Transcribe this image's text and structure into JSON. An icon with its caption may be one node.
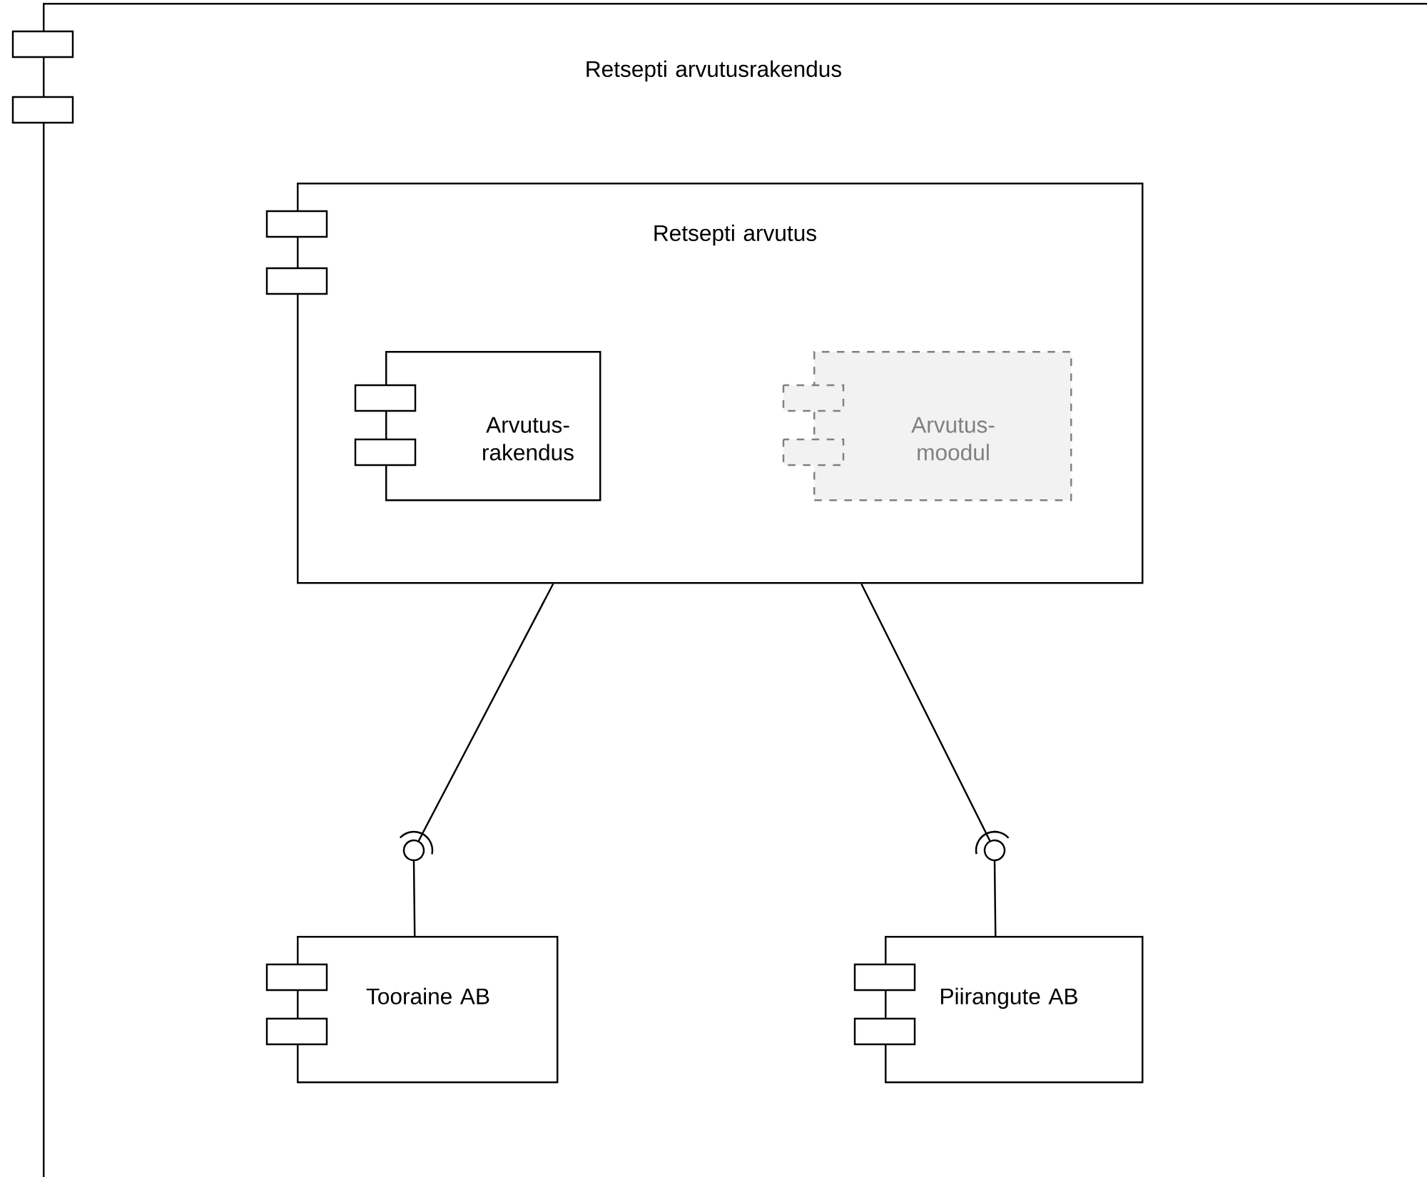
{
  "diagram": {
    "nodes": [
      {
        "text": [
          "Retsepti arvutusrakendus"
        ]
      },
      {
        "text": [
          "Retsepti arvutus"
        ],
        "in": 0
      },
      {
        "text": [
          "Arvutus- rakendus"
        ],
        "in": 1
      },
      {
        "text": [
          "Arvutus- moodul"
        ],
        "in": 1
      },
      {
        "text": [
          "Tooraine AB"
        ],
        "in": 0
      },
      {
        "text": [
          "Piirangute AB"
        ],
        "in": 0
      }
    ],
    "edges": [
      {
        "from": 1,
        "to": 4,
        "arrow": "none"
      },
      {
        "from": 1,
        "to": 5,
        "arrow": "none"
      }
    ]
  }
}
